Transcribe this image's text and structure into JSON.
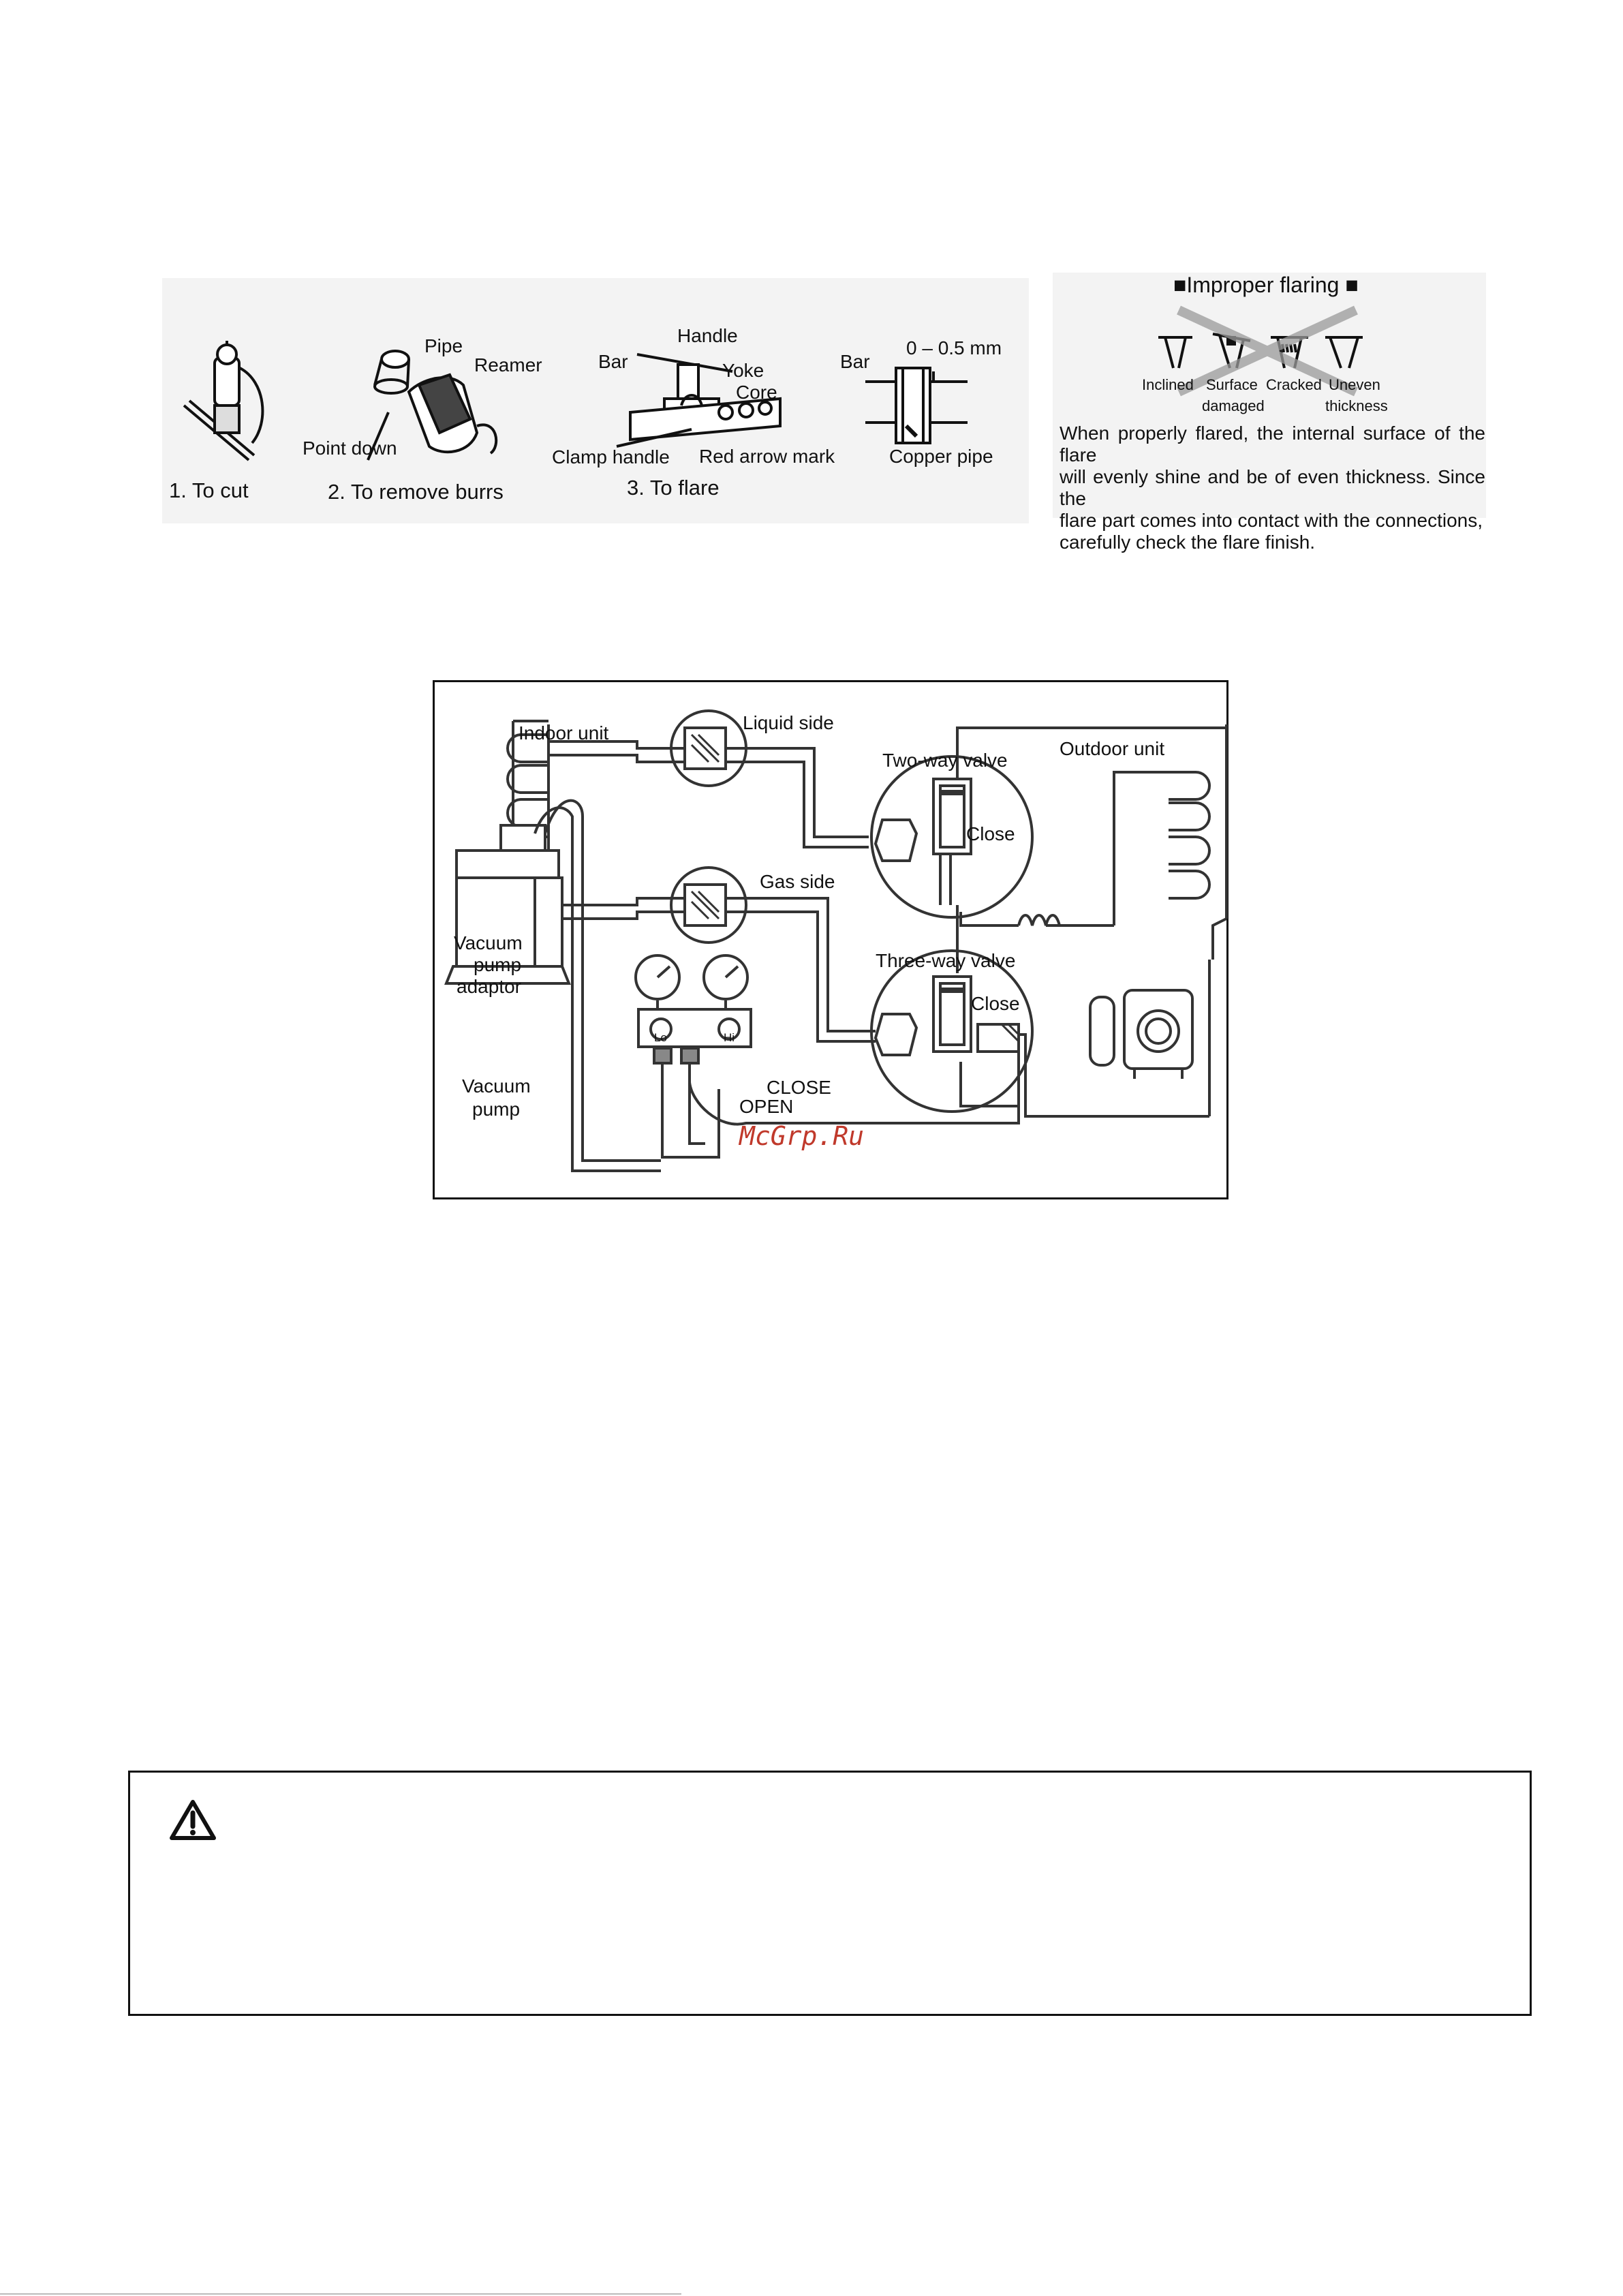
{
  "flaring": {
    "step1": "1.  To cut",
    "step2": "2.  To remove burrs",
    "step3": "3.  To flare",
    "labels": {
      "pipe": "Pipe",
      "reamer": "Reamer",
      "point_down": "Point down",
      "handle": "Handle",
      "bar": "Bar",
      "yoke": "Yoke",
      "core": "Core",
      "clamp_handle": "Clamp handle",
      "red_arrow_mark": "Red arrow mark",
      "bar2": "Bar",
      "gap": "0 – 0.5 mm",
      "copper_pipe": "Copper pipe"
    }
  },
  "improper": {
    "title": "■Improper flaring ■",
    "inclined": "Inclined",
    "surface": "Surface",
    "damaged": "damaged",
    "cracked": "Cracked",
    "uneven": "Uneven",
    "thickness": "thickness",
    "note_lines": [
      "When properly flared, the internal surface of the flare",
      "will evenly shine and be of even thickness. Since the",
      "flare part comes into contact with the connections,",
      "carefully check the flare finish."
    ]
  },
  "vacuum": {
    "indoor_unit": "Indoor unit",
    "liquid_side": "Liquid side",
    "two_way_valve": "Two-way valve",
    "close1": "Close",
    "outdoor_unit": "Outdoor unit",
    "gas_side": "Gas side",
    "vacuum_label": "Vacuum",
    "pump_label": "pump",
    "adaptor_label": "adaptor",
    "three_way_valve": "Three-way valve",
    "close2": "Close",
    "lo": "Lo",
    "hi": "Hi",
    "close_caps": "CLOSE",
    "open_caps": "OPEN",
    "vp1": "Vacuum",
    "vp2": "pump",
    "watermark": "McGrp.Ru"
  }
}
